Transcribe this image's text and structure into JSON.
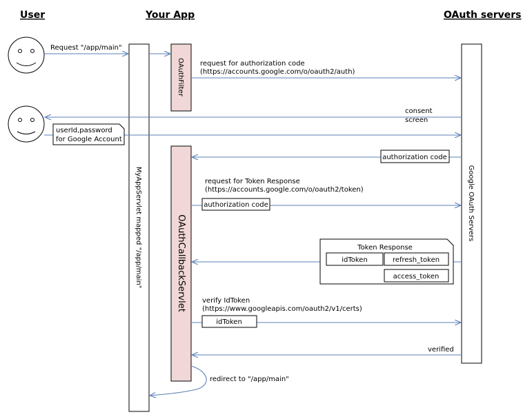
{
  "headers": {
    "user": "User",
    "app": "Your App",
    "oauth": "OAuth servers"
  },
  "lanes": {
    "app_servlet": "MyAppServlet  mapped \"/app/main\"",
    "filter": "OAuthFilter",
    "callback": "OAuthCallbackServlet",
    "google": "Google OAuth Servers"
  },
  "messages": {
    "request_main": "Request \"/app/main\"",
    "req_auth_code_1": "request for authorization code",
    "req_auth_code_2": "(https://accounts.google.com/o/oauth2/auth)",
    "consent_1": "consent",
    "consent_2": "screen",
    "userid_1": "userId,password",
    "userid_2": "for Google Account",
    "auth_code": "authorization code",
    "req_token_1": "request for Token Response",
    "req_token_2": "(https://accounts.google.com/o/oauth2/token)",
    "auth_code_2": "authorization code",
    "token_response": "Token Response",
    "id_token": "idToken",
    "refresh_token": "refresh_token",
    "access_token": "access_token",
    "verify_1": "verify IdToken",
    "verify_2": "(https://www.googleapis.com/oauth2/v1/certs)",
    "id_token_2": "idToken",
    "verified": "verified",
    "redirect": "redirect to \"/app/main\""
  },
  "colors": {
    "arrow": "#5a7fb8",
    "activation": "#f1d7d7"
  },
  "icons": [
    "user-face-icon"
  ]
}
